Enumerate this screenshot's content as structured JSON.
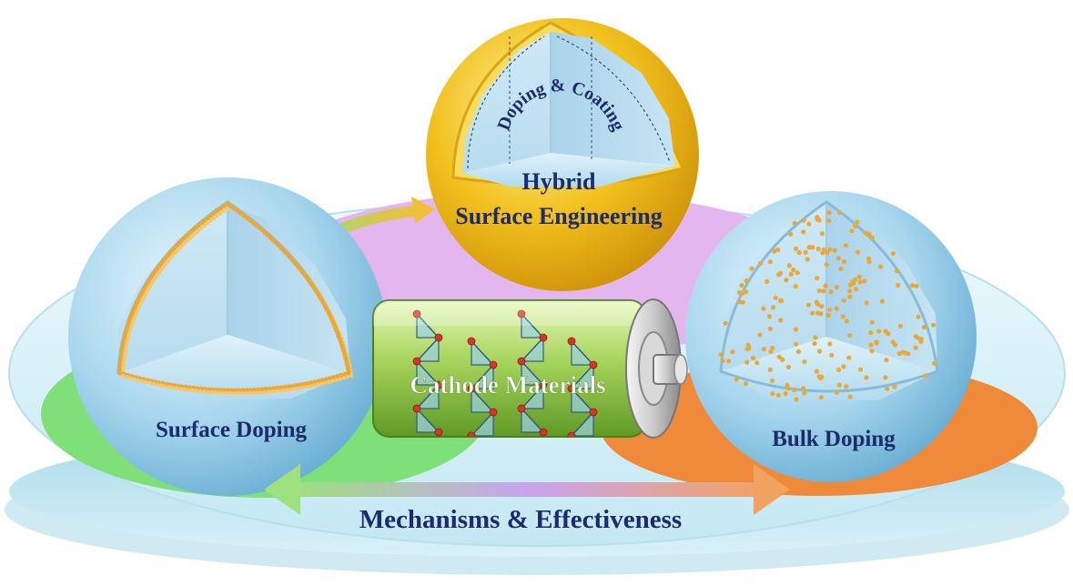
{
  "labels": {
    "hybrid_line1": "Hybrid",
    "hybrid_line2": "Surface Engineering",
    "doping_coating": "Doping & Coating",
    "surface_doping": "Surface Doping",
    "bulk_doping": "Bulk Doping",
    "cathode_materials": "Cathode Materials",
    "mechanisms": "Mechanisms & Effectiveness"
  },
  "colors": {
    "title_text": "#1d2a6b",
    "green_region": "#7fe07a",
    "orange_region": "#ee8a3a",
    "pink_region": "#e4b6ef",
    "yellow_sphere": "#f2c11e",
    "blue_sphere": "#a9d7ee",
    "platform": "#d6f1f8",
    "dopant_dot": "#e9a83a",
    "atom_red": "#d8342c"
  }
}
